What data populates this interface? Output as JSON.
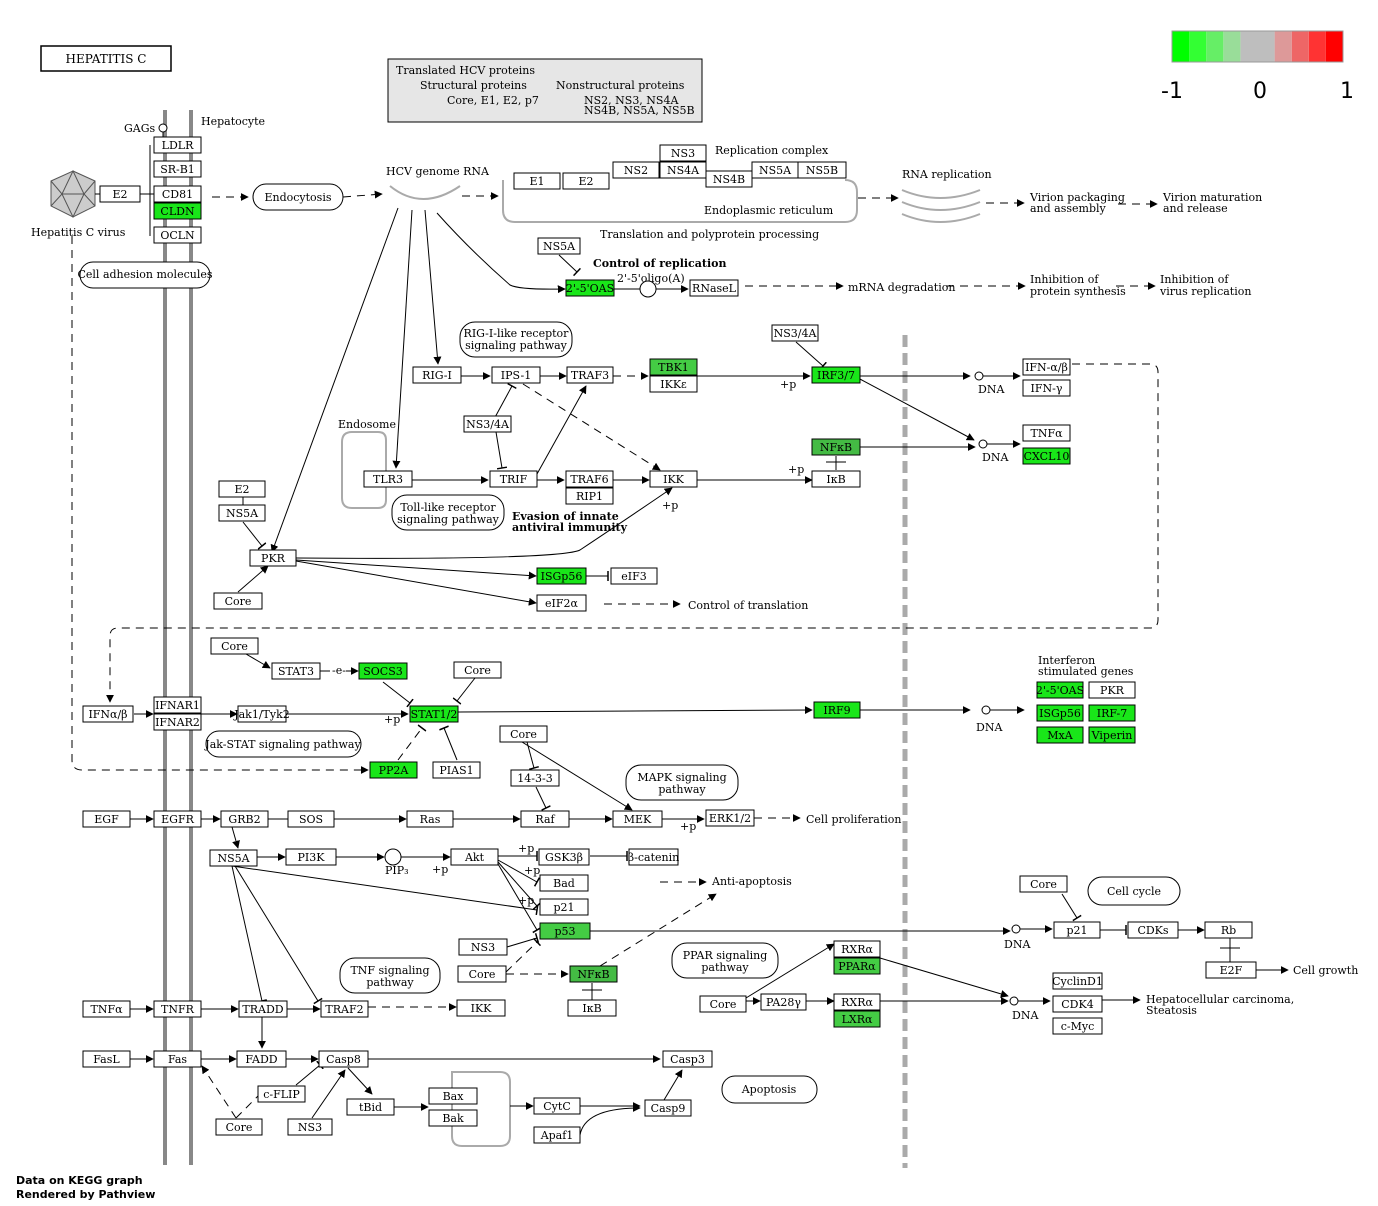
{
  "title": "HEPATITIS C",
  "footer": {
    "line1": "Data on KEGG graph",
    "line2": "Rendered by Pathview"
  },
  "legend": {
    "colors": [
      "#00ff00",
      "#33ff33",
      "#66ee66",
      "#99dd99",
      "#bebebe",
      "#bebebe",
      "#dd9999",
      "#ee6666",
      "#ff3333",
      "#ff0000"
    ],
    "labels": [
      "-1",
      "0",
      "1"
    ]
  },
  "hcv_box": {
    "line1": "Translated HCV proteins",
    "structural": "Structural proteins",
    "structural_list": "Core, E1, E2, p7",
    "nonstructural": "Nonstructural proteins",
    "nonstructural_list1": "NS2, NS3, NS4A",
    "nonstructural_list2": "NS4B, NS5A, NS5B"
  },
  "nodes": [
    {
      "id": "ldlr",
      "label": "LDLR",
      "color": "#ffffff"
    },
    {
      "id": "srb1",
      "label": "SR-B1",
      "color": "#ffffff"
    },
    {
      "id": "e2_top",
      "label": "E2",
      "color": "#ffffff"
    },
    {
      "id": "cd81",
      "label": "CD81",
      "color": "#ffffff"
    },
    {
      "id": "cldn",
      "label": "CLDN",
      "color": "#19e619"
    },
    {
      "id": "ocln",
      "label": "OCLN",
      "color": "#ffffff"
    },
    {
      "id": "e1",
      "label": "E1",
      "color": "#ffffff"
    },
    {
      "id": "e2b",
      "label": "E2",
      "color": "#ffffff"
    },
    {
      "id": "ns2",
      "label": "NS2",
      "color": "#ffffff"
    },
    {
      "id": "ns3_rep",
      "label": "NS3",
      "color": "#ffffff"
    },
    {
      "id": "ns4a_rep",
      "label": "NS4A",
      "color": "#ffffff"
    },
    {
      "id": "ns4b",
      "label": "NS4B",
      "color": "#ffffff"
    },
    {
      "id": "ns5a_rep",
      "label": "NS5A",
      "color": "#ffffff"
    },
    {
      "id": "ns5b",
      "label": "NS5B",
      "color": "#ffffff"
    },
    {
      "id": "ns5a_ctrl",
      "label": "NS5A",
      "color": "#ffffff"
    },
    {
      "id": "oas_top",
      "label": "2'-5'OAS",
      "color": "#19e619"
    },
    {
      "id": "rnasel",
      "label": "RNaseL",
      "color": "#ffffff"
    },
    {
      "id": "rigi",
      "label": "RIG-I",
      "color": "#ffffff"
    },
    {
      "id": "ips1",
      "label": "IPS-1",
      "color": "#ffffff"
    },
    {
      "id": "traf3",
      "label": "TRAF3",
      "color": "#ffffff"
    },
    {
      "id": "tbk1",
      "label": "TBK1",
      "color": "#44cc44"
    },
    {
      "id": "ikke",
      "label": "IKKε",
      "color": "#ffffff"
    },
    {
      "id": "ns34a_top",
      "label": "NS3/4A",
      "color": "#ffffff"
    },
    {
      "id": "irf37",
      "label": "IRF3/7",
      "color": "#19e619"
    },
    {
      "id": "ifnab_top",
      "label": "IFN-α/β",
      "color": "#ffffff"
    },
    {
      "id": "ifng",
      "label": "IFN-γ",
      "color": "#ffffff"
    },
    {
      "id": "ns34a_mid",
      "label": "NS3/4A",
      "color": "#ffffff"
    },
    {
      "id": "nfkb_top",
      "label": "NFκB",
      "color": "#44bb44"
    },
    {
      "id": "ikb_top",
      "label": "IκB",
      "color": "#ffffff"
    },
    {
      "id": "tnfa_top",
      "label": "TNFα",
      "color": "#ffffff"
    },
    {
      "id": "cxcl10",
      "label": "CXCL10",
      "color": "#19e619"
    },
    {
      "id": "tlr3",
      "label": "TLR3",
      "color": "#ffffff"
    },
    {
      "id": "trif",
      "label": "TRIF",
      "color": "#ffffff"
    },
    {
      "id": "traf6",
      "label": "TRAF6",
      "color": "#ffffff"
    },
    {
      "id": "rip1",
      "label": "RIP1",
      "color": "#ffffff"
    },
    {
      "id": "ikk_top",
      "label": "IKK",
      "color": "#ffffff"
    },
    {
      "id": "e2_pkr",
      "label": "E2",
      "color": "#ffffff"
    },
    {
      "id": "ns5a_pkr",
      "label": "NS5A",
      "color": "#ffffff"
    },
    {
      "id": "pkr",
      "label": "PKR",
      "color": "#ffffff"
    },
    {
      "id": "core_pkr",
      "label": "Core",
      "color": "#ffffff"
    },
    {
      "id": "isg56_top",
      "label": "ISGp56",
      "color": "#19e619"
    },
    {
      "id": "eif3",
      "label": "eIF3",
      "color": "#ffffff"
    },
    {
      "id": "eif2a",
      "label": "eIF2α",
      "color": "#ffffff"
    },
    {
      "id": "core_stat3",
      "label": "Core",
      "color": "#ffffff"
    },
    {
      "id": "stat3",
      "label": "STAT3",
      "color": "#ffffff"
    },
    {
      "id": "socs3",
      "label": "SOCS3",
      "color": "#19e619"
    },
    {
      "id": "core_stat12",
      "label": "Core",
      "color": "#ffffff"
    },
    {
      "id": "ifnab_left",
      "label": "IFNα/β",
      "color": "#ffffff"
    },
    {
      "id": "ifnar1",
      "label": "IFNAR1",
      "color": "#ffffff"
    },
    {
      "id": "ifnar2",
      "label": "IFNAR2",
      "color": "#ffffff"
    },
    {
      "id": "jak1",
      "label": "Jak1/Tyk2",
      "color": "#ffffff"
    },
    {
      "id": "stat12",
      "label": "STAT1/2",
      "color": "#19e619"
    },
    {
      "id": "irf9",
      "label": "IRF9",
      "color": "#19e619"
    },
    {
      "id": "pp2a",
      "label": "PP2A",
      "color": "#19e619"
    },
    {
      "id": "pias1",
      "label": "PIAS1",
      "color": "#ffffff"
    },
    {
      "id": "oas_isg",
      "label": "2'-5'OAS",
      "color": "#19e619"
    },
    {
      "id": "pkr_isg",
      "label": "PKR",
      "color": "#ffffff"
    },
    {
      "id": "isg56_isg",
      "label": "ISGp56",
      "color": "#19e619"
    },
    {
      "id": "irf7",
      "label": "IRF-7",
      "color": "#19e619"
    },
    {
      "id": "mxa",
      "label": "MxA",
      "color": "#19e619"
    },
    {
      "id": "viperin",
      "label": "Viperin",
      "color": "#19e619"
    },
    {
      "id": "core_1433",
      "label": "Core",
      "color": "#ffffff"
    },
    {
      "id": "p1433",
      "label": "14-3-3",
      "color": "#ffffff"
    },
    {
      "id": "egf",
      "label": "EGF",
      "color": "#ffffff"
    },
    {
      "id": "egfr",
      "label": "EGFR",
      "color": "#ffffff"
    },
    {
      "id": "grb2",
      "label": "GRB2",
      "color": "#ffffff"
    },
    {
      "id": "sos",
      "label": "SOS",
      "color": "#ffffff"
    },
    {
      "id": "ras",
      "label": "Ras",
      "color": "#ffffff"
    },
    {
      "id": "raf",
      "label": "Raf",
      "color": "#ffffff"
    },
    {
      "id": "mek",
      "label": "MEK",
      "color": "#ffffff"
    },
    {
      "id": "erk",
      "label": "ERK1/2",
      "color": "#ffffff"
    },
    {
      "id": "ns5a_pi3k",
      "label": "NS5A",
      "color": "#ffffff"
    },
    {
      "id": "pi3k",
      "label": "PI3K",
      "color": "#ffffff"
    },
    {
      "id": "akt",
      "label": "Akt",
      "color": "#ffffff"
    },
    {
      "id": "gsk3b",
      "label": "GSK3β",
      "color": "#ffffff"
    },
    {
      "id": "bcat",
      "label": "β-catenin",
      "color": "#ffffff"
    },
    {
      "id": "bad",
      "label": "Bad",
      "color": "#ffffff"
    },
    {
      "id": "p21_mid",
      "label": "p21",
      "color": "#ffffff"
    },
    {
      "id": "p53",
      "label": "p53",
      "color": "#44cc44"
    },
    {
      "id": "ns3_p53",
      "label": "NS3",
      "color": "#ffffff"
    },
    {
      "id": "core_nfkb",
      "label": "Core",
      "color": "#ffffff"
    },
    {
      "id": "nfkb_bot",
      "label": "NFκB",
      "color": "#44bb44"
    },
    {
      "id": "ikb_bot",
      "label": "IκB",
      "color": "#ffffff"
    },
    {
      "id": "core_right",
      "label": "Core",
      "color": "#ffffff"
    },
    {
      "id": "p21_right",
      "label": "p21",
      "color": "#ffffff"
    },
    {
      "id": "cdks",
      "label": "CDKs",
      "color": "#ffffff"
    },
    {
      "id": "rb",
      "label": "Rb",
      "color": "#ffffff"
    },
    {
      "id": "e2f",
      "label": "E2F",
      "color": "#ffffff"
    },
    {
      "id": "rxra1",
      "label": "RXRα",
      "color": "#ffffff"
    },
    {
      "id": "ppara",
      "label": "PPARα",
      "color": "#44cc44"
    },
    {
      "id": "core_ppar",
      "label": "Core",
      "color": "#ffffff"
    },
    {
      "id": "pa28g",
      "label": "PA28γ",
      "color": "#ffffff"
    },
    {
      "id": "rxra2",
      "label": "RXRα",
      "color": "#ffffff"
    },
    {
      "id": "lxra",
      "label": "LXRα",
      "color": "#44cc44"
    },
    {
      "id": "cyclind1",
      "label": "CyclinD1",
      "color": "#ffffff"
    },
    {
      "id": "cdk4",
      "label": "CDK4",
      "color": "#ffffff"
    },
    {
      "id": "cmyc",
      "label": "c-Myc",
      "color": "#ffffff"
    },
    {
      "id": "tnfa_bot",
      "label": "TNFα",
      "color": "#ffffff"
    },
    {
      "id": "tnfr",
      "label": "TNFR",
      "color": "#ffffff"
    },
    {
      "id": "tradd",
      "label": "TRADD",
      "color": "#ffffff"
    },
    {
      "id": "traf2",
      "label": "TRAF2",
      "color": "#ffffff"
    },
    {
      "id": "ikk_bot",
      "label": "IKK",
      "color": "#ffffff"
    },
    {
      "id": "fasl",
      "label": "FasL",
      "color": "#ffffff"
    },
    {
      "id": "fas",
      "label": "Fas",
      "color": "#ffffff"
    },
    {
      "id": "fadd",
      "label": "FADD",
      "color": "#ffffff"
    },
    {
      "id": "casp8",
      "label": "Casp8",
      "color": "#ffffff"
    },
    {
      "id": "casp3",
      "label": "Casp3",
      "color": "#ffffff"
    },
    {
      "id": "cflip",
      "label": "c-FLIP",
      "color": "#ffffff"
    },
    {
      "id": "core_fas",
      "label": "Core",
      "color": "#ffffff"
    },
    {
      "id": "ns3_fas",
      "label": "NS3",
      "color": "#ffffff"
    },
    {
      "id": "tbid",
      "label": "tBid",
      "color": "#ffffff"
    },
    {
      "id": "bax",
      "label": "Bax",
      "color": "#ffffff"
    },
    {
      "id": "bak",
      "label": "Bak",
      "color": "#ffffff"
    },
    {
      "id": "cytc",
      "label": "CytC",
      "color": "#ffffff"
    },
    {
      "id": "casp9",
      "label": "Casp9",
      "color": "#ffffff"
    },
    {
      "id": "apaf1",
      "label": "Apaf1",
      "color": "#ffffff"
    }
  ],
  "pathways": [
    {
      "id": "endocytosis",
      "label": "Endocytosis"
    },
    {
      "id": "cell_adhesion",
      "label": "Cell adhesion molecules"
    },
    {
      "id": "rigi_pw_1",
      "label": "RIG-I-like receptor"
    },
    {
      "id": "rigi_pw_2",
      "label": "signaling pathway"
    },
    {
      "id": "tlr_pw_1",
      "label": "Toll-like receptor"
    },
    {
      "id": "tlr_pw_2",
      "label": "signaling pathway"
    },
    {
      "id": "jak_pw",
      "label": "Jak-STAT signaling pathway"
    },
    {
      "id": "mapk_pw_1",
      "label": "MAPK signaling"
    },
    {
      "id": "mapk_pw_2",
      "label": "pathway"
    },
    {
      "id": "tnf_pw_1",
      "label": "TNF signaling"
    },
    {
      "id": "tnf_pw_2",
      "label": "pathway"
    },
    {
      "id": "ppar_pw_1",
      "label": "PPAR signaling"
    },
    {
      "id": "ppar_pw_2",
      "label": "pathway"
    },
    {
      "id": "cellcycle_pw",
      "label": "Cell cycle"
    },
    {
      "id": "apoptosis_pw",
      "label": "Apoptosis"
    }
  ],
  "labels": [
    {
      "id": "gags",
      "text": "GAGs"
    },
    {
      "id": "hepatocyte",
      "text": "Hepatocyte"
    },
    {
      "id": "hcv_virus",
      "text": "Hepatitis C virus"
    },
    {
      "id": "hcv_rna",
      "text": "HCV genome RNA"
    },
    {
      "id": "rep_complex",
      "text": "Replication complex"
    },
    {
      "id": "er",
      "text": "Endoplasmic reticulum"
    },
    {
      "id": "transl",
      "text": "Translation and polyprotein processing"
    },
    {
      "id": "rna_rep",
      "text": "RNA replication"
    },
    {
      "id": "virion_pack_1",
      "text": "Virion packaging"
    },
    {
      "id": "virion_pack_2",
      "text": "and assembly"
    },
    {
      "id": "virion_mat_1",
      "text": "Virion maturation"
    },
    {
      "id": "virion_mat_2",
      "text": "and release"
    },
    {
      "id": "ctrl_rep",
      "text": "Control of replication"
    },
    {
      "id": "oligo",
      "text": "2'-5'oligo(A)"
    },
    {
      "id": "mrna_deg",
      "text": "mRNA degradation"
    },
    {
      "id": "inh_prot_1",
      "text": "Inhibition of"
    },
    {
      "id": "inh_prot_2",
      "text": "protein synthesis"
    },
    {
      "id": "inh_vir_1",
      "text": "Inhibition of"
    },
    {
      "id": "inh_vir_2",
      "text": "virus replication"
    },
    {
      "id": "endosome",
      "text": "Endosome"
    },
    {
      "id": "evasion_1",
      "text": "Evasion of innate"
    },
    {
      "id": "evasion_2",
      "text": "antiviral immunity"
    },
    {
      "id": "dna_1",
      "text": "DNA"
    },
    {
      "id": "dna_2",
      "text": "DNA"
    },
    {
      "id": "dna_3",
      "text": "DNA"
    },
    {
      "id": "dna_4",
      "text": "DNA"
    },
    {
      "id": "dna_5",
      "text": "DNA"
    },
    {
      "id": "ctrl_transl",
      "text": "Control of translation"
    },
    {
      "id": "isg_1",
      "text": "Interferon"
    },
    {
      "id": "isg_2",
      "text": "stimulated genes"
    },
    {
      "id": "cell_prolif",
      "text": "Cell proliferation"
    },
    {
      "id": "pip3",
      "text": "PIP₃"
    },
    {
      "id": "anti_apop",
      "text": "Anti-apoptosis"
    },
    {
      "id": "cell_growth",
      "text": "Cell growth"
    },
    {
      "id": "hcc_1",
      "text": "Hepatocellular carcinoma,"
    },
    {
      "id": "hcc_2",
      "text": "Steatosis"
    },
    {
      "id": "p_label",
      "text": "+p"
    },
    {
      "id": "e_label",
      "text": "-e-"
    }
  ]
}
